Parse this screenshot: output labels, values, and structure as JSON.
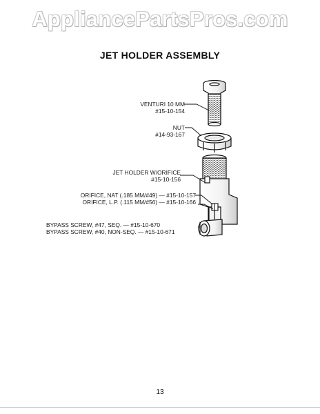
{
  "watermark": "AppliancePartsPros.com",
  "title": "JET HOLDER ASSEMBLY",
  "parts": {
    "venturi": {
      "name": "VENTURI 10 MM",
      "number": "#15-10-154"
    },
    "nut": {
      "name": "NUT",
      "number": "#14-93-167"
    },
    "jet_holder": {
      "name": "JET HOLDER W/ORIFICE",
      "number": "#15-10-156"
    },
    "orifice_nat": "ORIFICE, NAT (.185 MM/#49) — #15-10-157",
    "orifice_lp": "ORIFICE, L.P. (.115 MM/#56) — #15-10-166",
    "bypass_seq": "BYPASS SCREW, #47, SEQ. — #15-10-670",
    "bypass_nonseq": "BYPASS SCREW, #40, NON-SEQ. — #15-10-671"
  },
  "page_number": "13"
}
